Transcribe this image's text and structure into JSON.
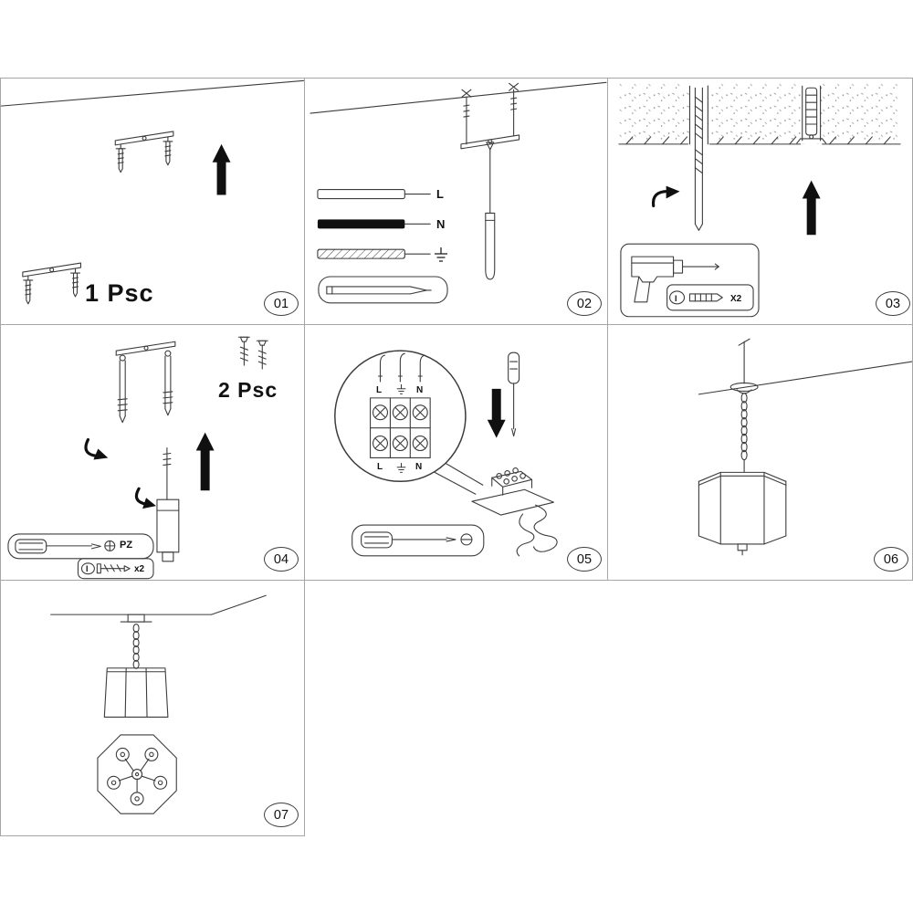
{
  "panels": {
    "p1": {
      "number": "01",
      "qty_label": "1 Psc"
    },
    "p2": {
      "number": "02",
      "wire_labels": {
        "live": "L",
        "neutral": "N"
      }
    },
    "p3": {
      "number": "03",
      "kit": {
        "marker": "I",
        "anchor_qty": "X2"
      }
    },
    "p4": {
      "number": "04",
      "qty_label": "2 Psc",
      "bit_label": "PZ",
      "kit": {
        "marker": "I",
        "screw_qty": "x2"
      }
    },
    "p5": {
      "number": "05",
      "terminal_top": {
        "live": "L",
        "neutral": "N"
      },
      "terminal_bottom": {
        "live": "L",
        "neutral": "N"
      }
    },
    "p6": {
      "number": "06"
    },
    "p7": {
      "number": "07"
    }
  }
}
